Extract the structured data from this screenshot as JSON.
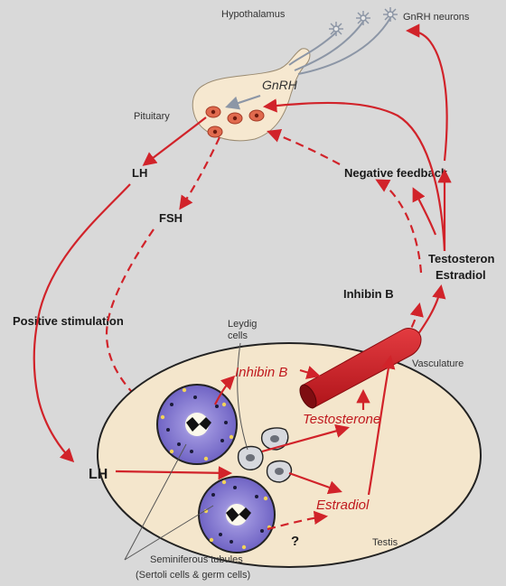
{
  "labels": {
    "hypothalamus": "Hypothalamus",
    "gnrh_neurons": "GnRH neurons",
    "gnrh": "GnRH",
    "pituitary": "Pituitary",
    "lh_top": "LH",
    "fsh": "FSH",
    "negative_feedback": "Negative feedback",
    "testosterone_top": "Testosteron",
    "estradiol_top": "Estradiol",
    "inhibin_b_top": "Inhibin B",
    "positive_stimulation": "Positive stimulation",
    "leydig_cells": "Leydig\ncells",
    "inhibin_b": "Inhibin B",
    "vasculature": "Vasculature",
    "testosterone": "Testosterone",
    "lh_bottom": "LH",
    "estradiol": "Estradiol",
    "question": "?",
    "testis": "Testis",
    "seminiferous_tubules": "Seminiferous tubules",
    "sertoli_germ": "(Sertoli cells & germ cells)"
  },
  "colors": {
    "background": "#d9d9d9",
    "arrow": "#d1232a",
    "testis_fill": "#f4e6cc",
    "pituitary_fill": "#f6e8d0",
    "vessel": "#d1232a",
    "tubule_cells": "#7b6fd0"
  }
}
